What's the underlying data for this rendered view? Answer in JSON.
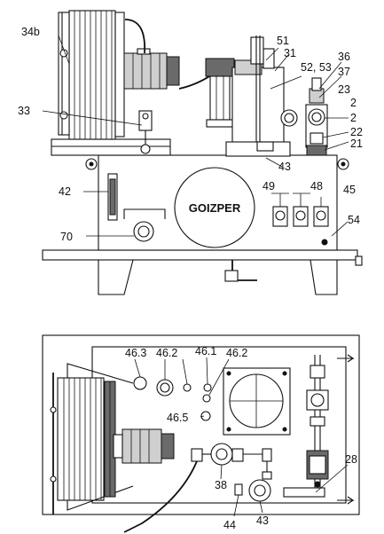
{
  "brand": "GOIZPER",
  "top_view_labels": {
    "l34b": "34b",
    "l33": "33",
    "l42": "42",
    "l70": "70",
    "l51": "51",
    "l31": "31",
    "l52_53": "52, 53",
    "l36": "36",
    "l37": "37",
    "l23": "23",
    "l2a": "2",
    "l2b": "2",
    "l22": "22",
    "l21": "21",
    "l43": "43",
    "l49": "49",
    "l48": "48",
    "l45": "45",
    "l54": "54"
  },
  "plan_view_labels": {
    "l46_3": "46.3",
    "l46_2a": "46.2",
    "l46_1": "46.1",
    "l46_2b": "46.2",
    "l46_5": "46.5",
    "l38": "38",
    "l44": "44",
    "l43": "43",
    "l28": "28"
  }
}
